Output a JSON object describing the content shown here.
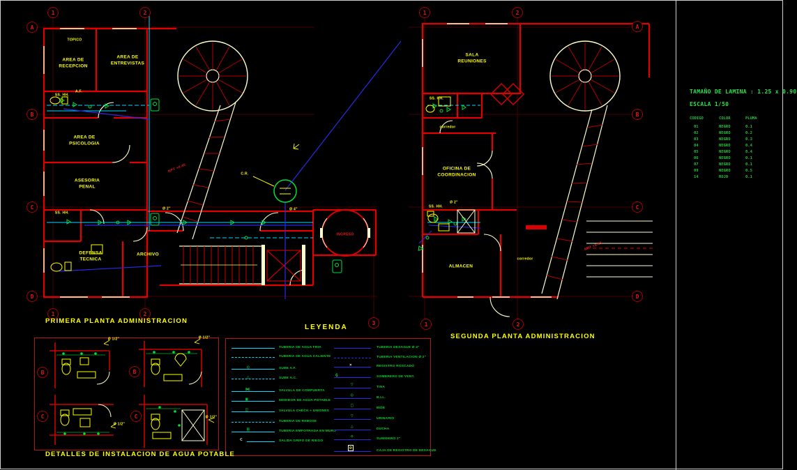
{
  "titles": {
    "plan1": "PRIMERA PLANTA ADMINISTRACION",
    "plan2": "SEGUNDA PLANTA ADMINISTRACION",
    "legend": "LEYENDA",
    "details": "DETALLES DE INSTALACION DE AGUA POTABLE"
  },
  "plan1": {
    "axis_top": [
      "1",
      "2"
    ],
    "axis_bottom": [
      "1",
      "2",
      "3"
    ],
    "axis_left": [
      "A",
      "B",
      "C",
      "D"
    ],
    "rooms": {
      "topico": "TOPICO",
      "recepcion": "AREA DE\nRECEPCION",
      "entrevistas": "AREA DE\nENTREVISTAS",
      "sshh1": "SS. HH.",
      "psicologia": "AREA DE\nPSICOLOGIA",
      "asesoria": "ASESORIA\nPENAL",
      "sshh2": "SS. HH.",
      "defensa": "DEFENSA\nTECNICA",
      "archivo": "ARCHIVO",
      "ingreso": "INGRESO",
      "npt": "NPT +0.45"
    },
    "tags": {
      "t1": "Ø 2\"",
      "t2": "C.R.",
      "t3": "Ø 4\"",
      "t4": "A.F."
    }
  },
  "plan2": {
    "axis_top": [
      "1",
      "2"
    ],
    "axis_bottom": [
      "1",
      "2"
    ],
    "axis_right": [
      "A",
      "B",
      "C",
      "D"
    ],
    "rooms": {
      "sala": "SALA\nREUNIONES",
      "sshh1": "SS. HH.",
      "corredor1": "corredor",
      "coordinacion": "OFICINA DE\nCOORDINACION",
      "sshh2": "SS. HH.",
      "almacen": "ALMACEN",
      "corredor2": "corredor",
      "npt": "NPT +3.45"
    },
    "tags": {
      "t1": "Ø 2\""
    }
  },
  "legend": {
    "left": [
      {
        "label": "TUBERIA DE AGUA FRIA",
        "glyph": ""
      },
      {
        "label": "TUBERIA DE AGUA CALIENTE",
        "glyph": ""
      },
      {
        "label": "SUBE A.F.",
        "glyph": "○"
      },
      {
        "label": "SUBE A.C.",
        "glyph": "△"
      },
      {
        "label": "VALVULA DE COMPUERTA",
        "glyph": "⋈"
      },
      {
        "label": "MEDIDOR DE AGUA POTABLE",
        "glyph": "▣"
      },
      {
        "label": "VALVULA CHECK + UNIONES",
        "glyph": "◫"
      },
      {
        "label": "TUBERIA DE REBOSE",
        "glyph": ""
      },
      {
        "label": "TUBERIA EMPOTRADA EN MURO",
        "glyph": "▤"
      },
      {
        "label": "SALIDA GRIFO DE RIEGO",
        "glyph": "⊂"
      }
    ],
    "right": [
      {
        "label": "TUBERIA DESAGUE Ø 4\"",
        "glyph": ""
      },
      {
        "label": "TUBERIA VENTILACION Ø 2\"",
        "glyph": ""
      },
      {
        "label": "REGISTRO ROSCADO",
        "glyph": "×"
      },
      {
        "label": "SOMBRERO DE VENT.",
        "glyph": "G"
      },
      {
        "label": "TINA",
        "glyph": "▽"
      },
      {
        "label": "B.LL.",
        "glyph": "○"
      },
      {
        "label": "BIDE",
        "glyph": "□"
      },
      {
        "label": "URINARIO",
        "glyph": "▽"
      },
      {
        "label": "DUCHA",
        "glyph": "△"
      },
      {
        "label": "SUMIDERO 2\"",
        "glyph": "◇"
      },
      {
        "label": "CAJA DE REGISTRO DE DESAGUE",
        "glyph": "⊘"
      }
    ]
  },
  "details": {
    "markers": [
      "B",
      "B",
      "C",
      "C"
    ],
    "pipe_tag": "Ø 1/2\""
  },
  "panel": {
    "size_label": "TAMAÑO DE LAMINA : 1.25 x 0.90",
    "scale_label": "ESCALA 1/50",
    "pen_table": {
      "headers": [
        "CODIGO",
        "COLOR",
        "PLUMA"
      ],
      "rows": [
        [
          "01",
          "NEGRO",
          "0.1"
        ],
        [
          "02",
          "NEGRO",
          "0.2"
        ],
        [
          "03",
          "NEGRO",
          "0.3"
        ],
        [
          "04",
          "NEGRO",
          "0.4"
        ],
        [
          "05",
          "NEGRO",
          "0.4"
        ],
        [
          "06",
          "NEGRO",
          "0.1"
        ],
        [
          "07",
          "NEGRO",
          "0.1"
        ],
        [
          "09",
          "NEGRO",
          "0.5"
        ],
        [
          "14",
          "ROJO",
          "0.1"
        ]
      ]
    }
  },
  "colors": {
    "wall_red": "#e00000",
    "cream": "#ffffcc",
    "water_cyan": "#00dcff",
    "drain_blue": "#2a2ae6",
    "symbol_green": "#00e033",
    "label_yellow": "#ffff00",
    "panel_green": "#27e04a"
  }
}
